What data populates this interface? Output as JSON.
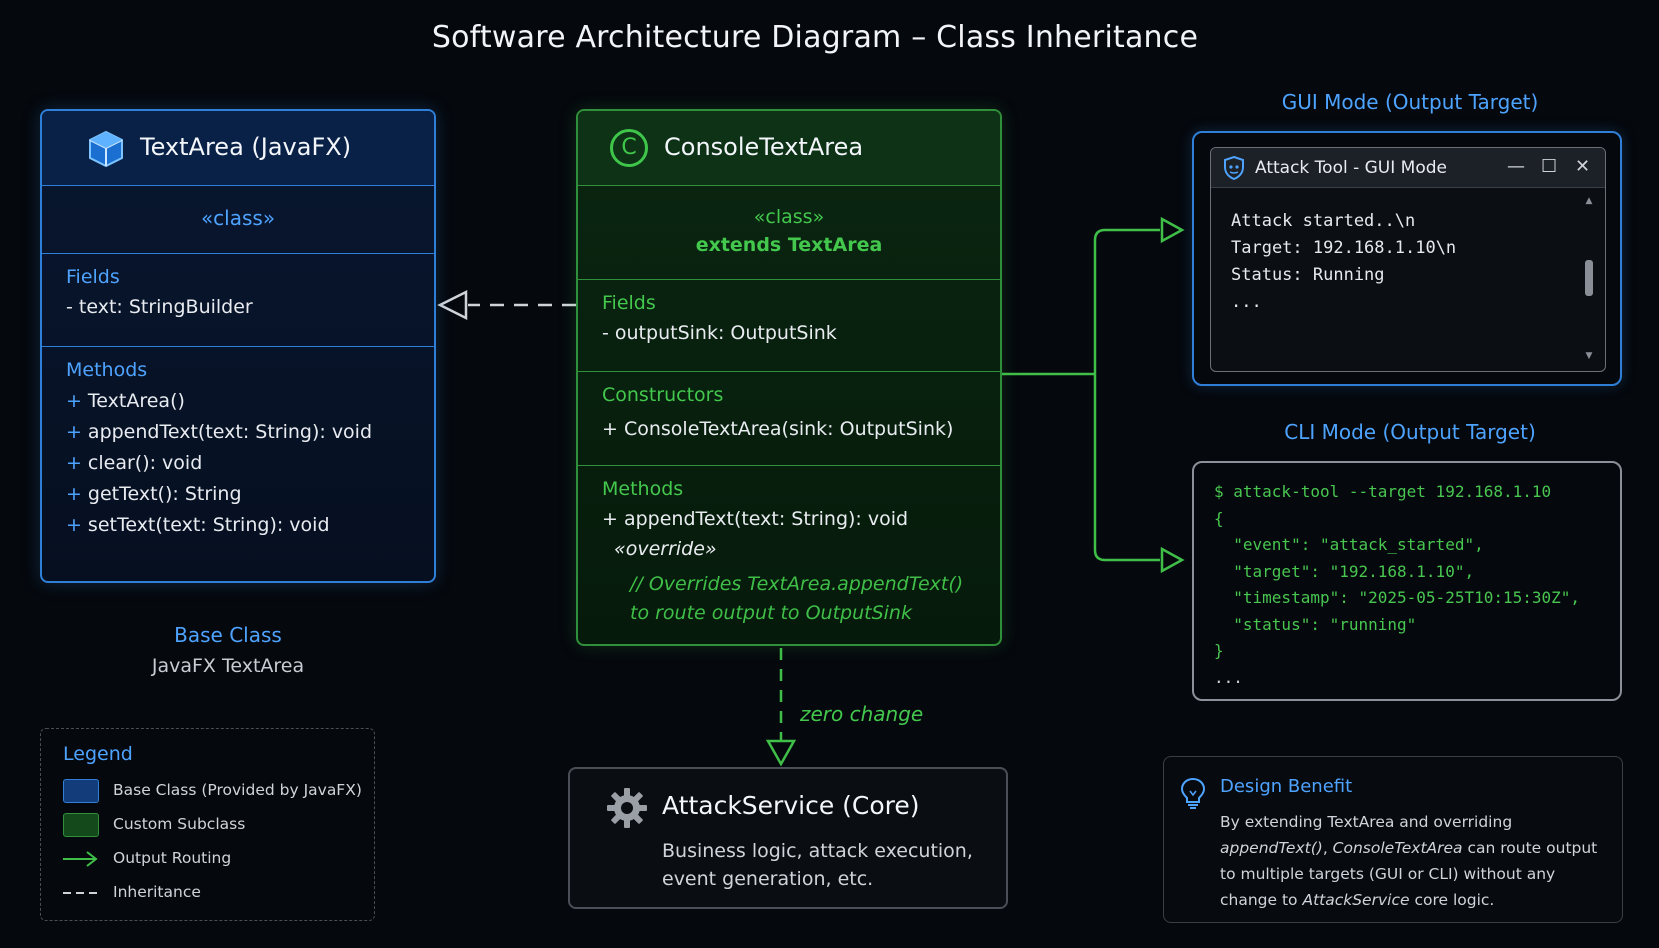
{
  "title": "Software Architecture Diagram – Class Inheritance",
  "base_class": {
    "name": "TextArea (JavaFX)",
    "stereotype": "«class»",
    "fields_label": "Fields",
    "fields": [
      "- text: StringBuilder"
    ],
    "methods_label": "Methods",
    "methods": [
      "TextArea()",
      "appendText(text: String): void",
      "clear(): void",
      "getText(): String",
      "setText(text: String): void"
    ],
    "method_prefix": "+",
    "caption_title": "Base Class",
    "caption_sub": "JavaFX TextArea"
  },
  "subclass": {
    "icon_letter": "C",
    "name": "ConsoleTextArea",
    "stereotype": "«class»",
    "extends": "extends TextArea",
    "fields_label": "Fields",
    "fields": [
      "- outputSink: OutputSink"
    ],
    "constructors_label": "Constructors",
    "constructors": [
      "+ ConsoleTextArea(sink: OutputSink)"
    ],
    "methods_label": "Methods",
    "methods": [
      "+ appendText(text: String): void"
    ],
    "override": "«override»",
    "comment_1": "// Overrides TextArea.appendText()",
    "comment_2": "to route output to OutputSink"
  },
  "zero_change": "zero change",
  "service": {
    "title": "AttackService (Core)",
    "description": "Business logic, attack execution, event generation, etc."
  },
  "gui": {
    "label": "GUI Mode (Output Target)",
    "window_title": "Attack Tool - GUI Mode",
    "controls": [
      "—",
      "☐",
      "✕"
    ],
    "lines": [
      "Attack started..\\n",
      "Target: 192.168.1.10\\n",
      "Status: Running",
      "..."
    ]
  },
  "cli": {
    "label": "CLI Mode (Output Target)",
    "lines": [
      "$ attack-tool --target 192.168.1.10",
      "{",
      "  \"event\": \"attack_started\",",
      "  \"target\": \"192.168.1.10\",",
      "  \"timestamp\": \"2025-05-25T10:15:30Z\",",
      "  \"status\": \"running\"",
      "}",
      "..."
    ]
  },
  "legend": {
    "title": "Legend",
    "items": [
      {
        "label": "Base Class (Provided by JavaFX)",
        "kind": "swatch",
        "color": "#1b4f9c"
      },
      {
        "label": "Custom Subclass",
        "kind": "swatch",
        "color": "#1c5a22"
      },
      {
        "label": "Output Routing",
        "kind": "arrow",
        "color": "#3fbf48"
      },
      {
        "label": "Inheritance",
        "kind": "dashed",
        "color": "#d0d4da"
      }
    ]
  },
  "benefit": {
    "title": "Design Benefit",
    "text_1": "By extending TextArea and overriding ",
    "text_em_1": "appendText()",
    "text_2": ", ",
    "text_em_2": "ConsoleTextArea",
    "text_3": " can route output to multiple targets (GUI or CLI) without any change to ",
    "text_em_3": "AttackService",
    "text_4": " core logic."
  },
  "colors": {
    "background": "#05080d",
    "blue_accent": "#4ea3ff",
    "blue_border": "#2f7fd8",
    "green_accent": "#43c84d",
    "green_border": "#2f8f3a"
  }
}
